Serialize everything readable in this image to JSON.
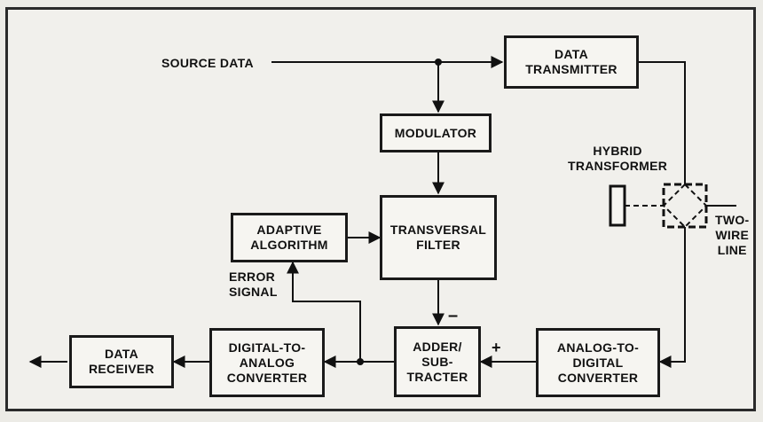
{
  "diagram": {
    "blocks": {
      "data_transmitter": "DATA\nTRANSMITTER",
      "modulator": "MODULATOR",
      "adaptive_algorithm": "ADAPTIVE\nALGORITHM",
      "transversal_filter": "TRANSVERSAL\nFILTER",
      "data_receiver": "DATA\nRECEIVER",
      "digital_to_analog": "DIGITAL-TO-\nANALOG\nCONVERTER",
      "adder_subtracter": "ADDER/\nSUB-\nTRACTER",
      "analog_to_digital": "ANALOG-TO-\nDIGITAL\nCONVERTER"
    },
    "labels": {
      "source_data": "SOURCE DATA",
      "hybrid_transformer": "HYBRID\nTRANSFORMER",
      "two_wire_line": "TWO-\nWIRE\nLINE",
      "error_signal": "ERROR\nSIGNAL",
      "minus_sign": "–",
      "plus_sign": "+"
    }
  }
}
